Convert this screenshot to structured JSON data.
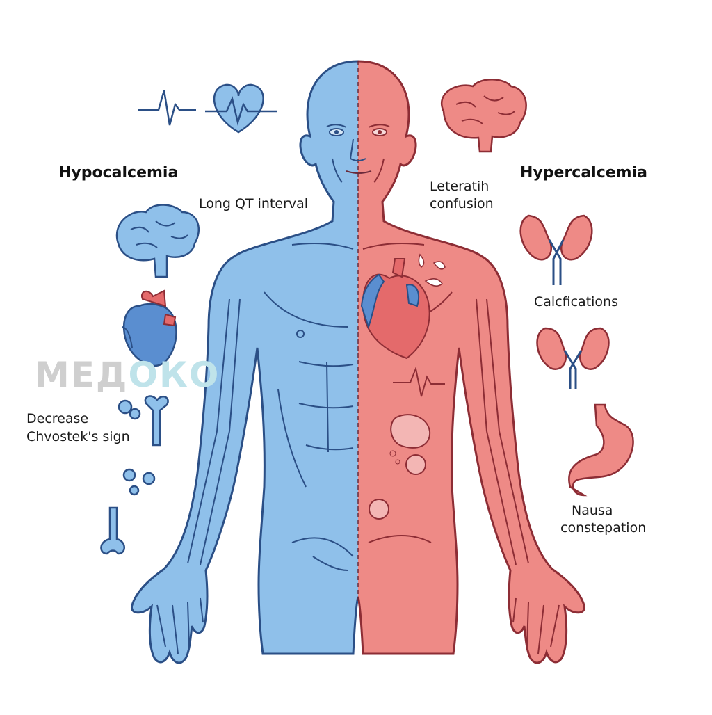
{
  "titles": {
    "left": "Hypocalcemia",
    "right": "Hypercalcemia"
  },
  "labels": {
    "long_qt": "Long QT interval",
    "lethargy_1": "Leteratih",
    "lethargy_2": "confusion",
    "calcifications": "Calcfications",
    "decrease_1": "Decrease",
    "decrease_2": "Chvostek's sign",
    "nausea_1": "Nausa",
    "nausea_2": "constepation"
  },
  "watermark": {
    "main": "МЕД",
    "accent": "ОКО"
  },
  "colors": {
    "hypo_fill": "#8fc0ea",
    "hypo_stroke": "#2b4f86",
    "hypo_dark": "#4a78b6",
    "hyper_fill": "#ee8a86",
    "hyper_stroke": "#8d2d35",
    "hyper_dark": "#d4565a"
  },
  "icons": [
    "ecg-icon",
    "heart-ecg-icon",
    "brain-icon",
    "heart-icon",
    "bone-icon",
    "kidney-icon",
    "stomach-icon"
  ]
}
